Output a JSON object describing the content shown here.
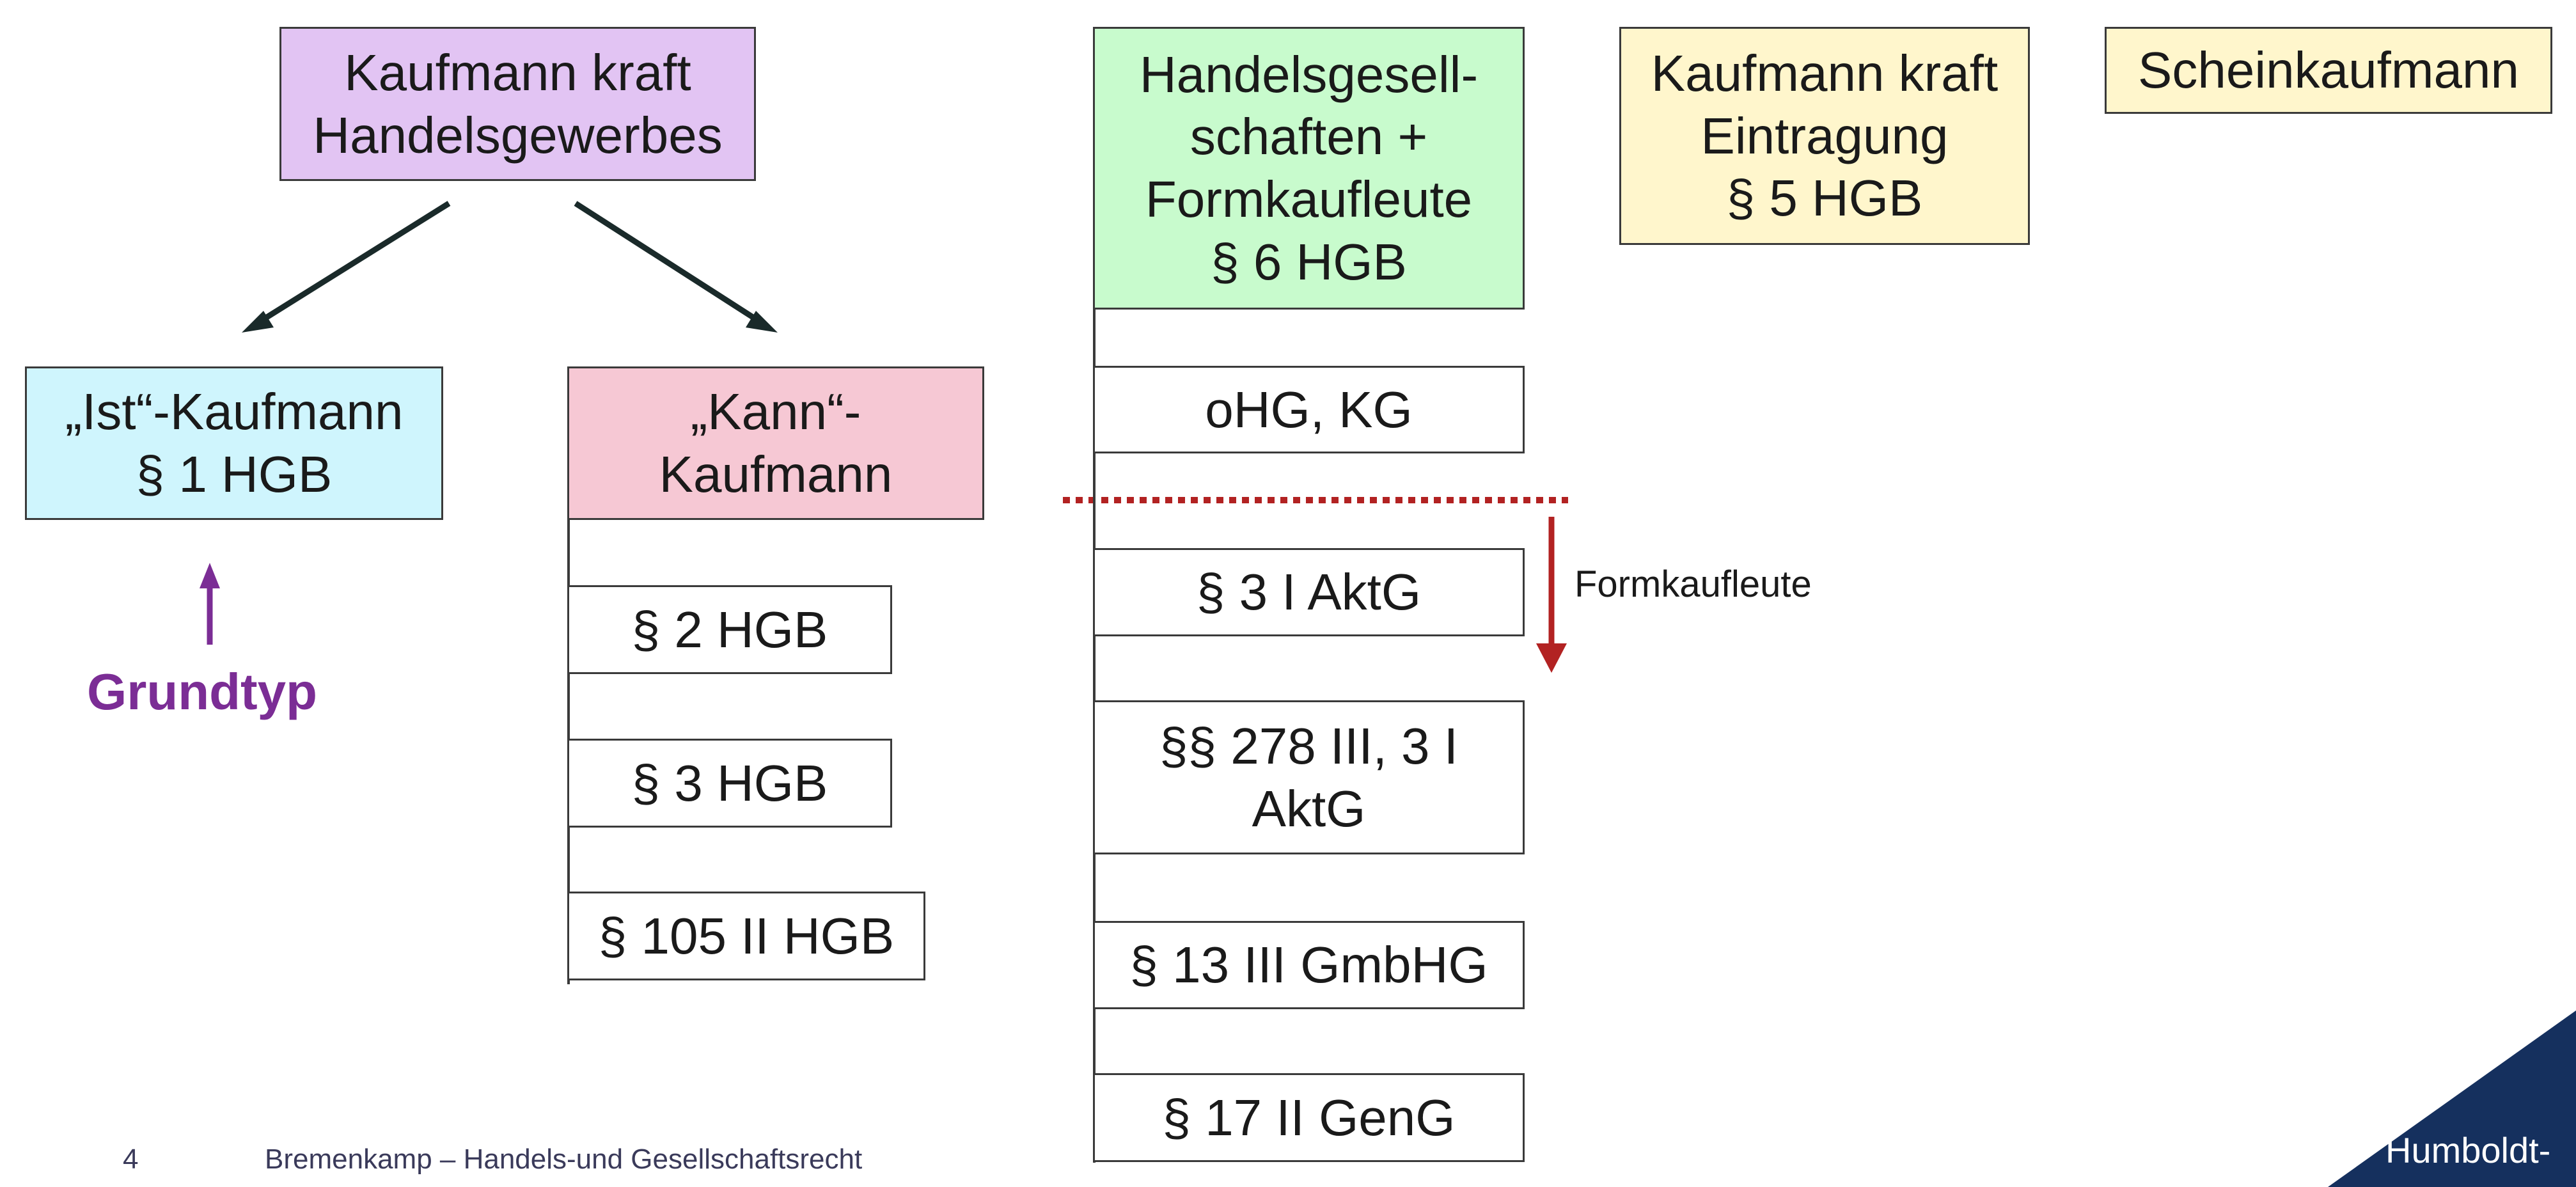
{
  "colors": {
    "lilac": "#e2c4f3",
    "cyan": "#cff5fd",
    "pink": "#f6c8d4",
    "green": "#c8fbcd",
    "cream": "#fff6cc",
    "purple": "#7b2d95",
    "red": "#b22222",
    "navy": "#15305e"
  },
  "left": {
    "root": {
      "lines": [
        "Kaufmann kraft",
        "Handelsgewerbes"
      ]
    },
    "ist": {
      "lines": [
        "„Ist“-Kaufmann",
        "§ 1 HGB"
      ]
    },
    "kann": {
      "lines": [
        "„Kann“-",
        "Kaufmann"
      ]
    },
    "kann_items": [
      "§ 2 HGB",
      "§ 3 HGB",
      "§ 105 II HGB"
    ],
    "grundtyp": "Grundtyp"
  },
  "middle": {
    "header": {
      "lines": [
        "Handelsgesell-",
        "schaften +",
        "Formkaufleute",
        "§ 6 HGB"
      ]
    },
    "items": [
      "oHG, KG",
      "§ 3 I AktG",
      "§§ 278 III, 3 I AktG",
      "§ 13 III GmbHG",
      "§ 17 II GenG"
    ],
    "items_wrapped": {
      "item2_line1": "§§ 278 III, 3 I",
      "item2_line2": "AktG"
    },
    "formkaufleute_label": "Formkaufleute"
  },
  "right": {
    "eintragung": {
      "lines": [
        "Kaufmann kraft",
        "Eintragung",
        "§ 5 HGB"
      ]
    },
    "schein": "Scheinkaufmann"
  },
  "footer": {
    "page_number": "4",
    "author_course": "Bremenkamp – Handels-und Gesellschaftsrecht",
    "brand": "Humboldt-"
  }
}
